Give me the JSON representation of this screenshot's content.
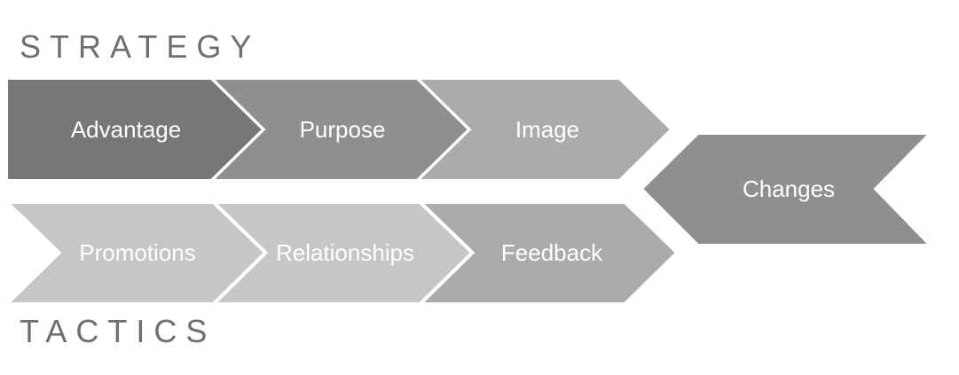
{
  "strategy": {
    "title": "STRATEGY",
    "steps": [
      {
        "label": "Advantage",
        "color": "#777777"
      },
      {
        "label": "Purpose",
        "color": "#8f8f8f"
      },
      {
        "label": "Image",
        "color": "#ababab"
      }
    ]
  },
  "tactics": {
    "title": "TACTICS",
    "steps": [
      {
        "label": "Promotions",
        "color": "#c6c6c6"
      },
      {
        "label": "Relationships",
        "color": "#c6c6c6"
      },
      {
        "label": "Feedback",
        "color": "#ababab"
      }
    ]
  },
  "changes": {
    "label": "Changes",
    "color": "#8f8f8f"
  }
}
